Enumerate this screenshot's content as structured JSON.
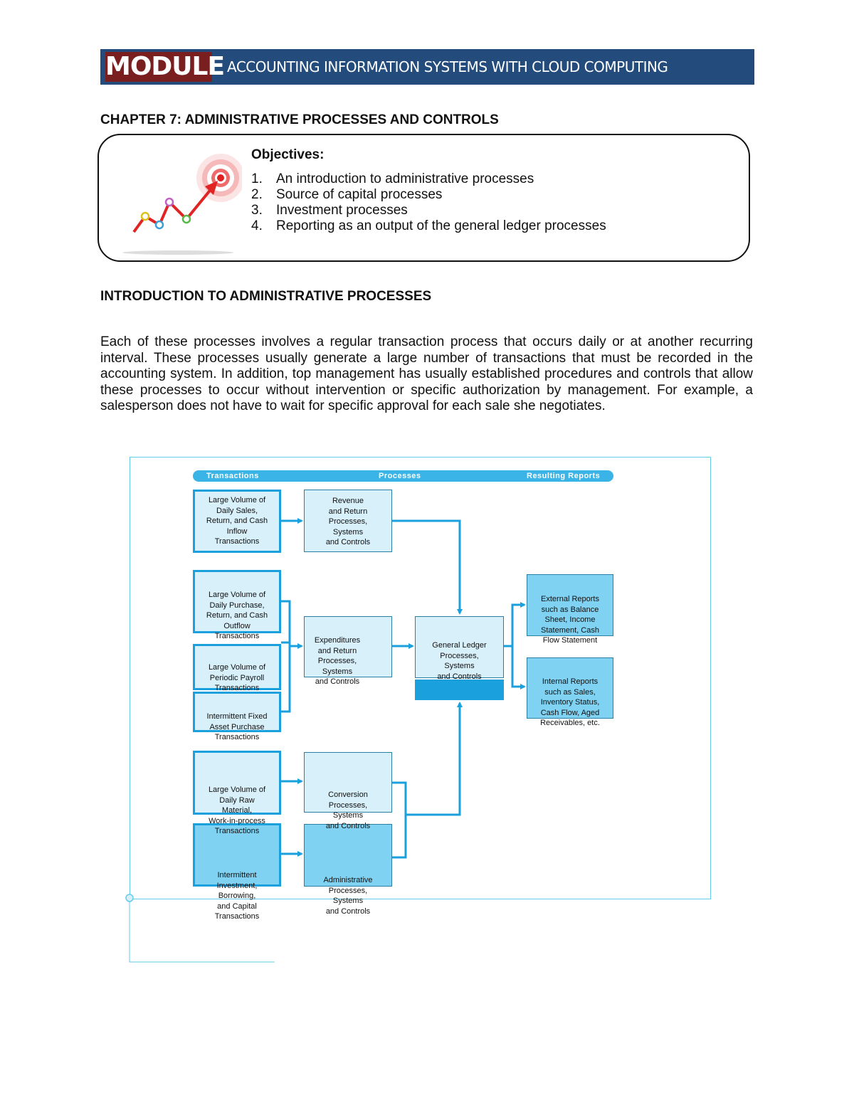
{
  "header": {
    "module_label": "MODULE",
    "course_title": "ACCOUNTING INFORMATION SYSTEMS WITH CLOUD COMPUTING"
  },
  "chapter_title": "CHAPTER 7: ADMINISTRATIVE PROCESSES AND CONTROLS",
  "objectives": {
    "title": "Objectives:",
    "items": [
      {
        "num": "1.",
        "text": "An introduction to administrative processes"
      },
      {
        "num": "2.",
        "text": "Source of capital processes"
      },
      {
        "num": "3.",
        "text": "Investment processes"
      },
      {
        "num": "4.",
        "text": "Reporting as an output of the general ledger processes"
      }
    ]
  },
  "section_title": "INTRODUCTION TO ADMINISTRATIVE PROCESSES",
  "paragraph": "Each of these processes involves a regular transaction process that occurs daily or at another recurring interval. These processes usually generate a large number of transactions that must be recorded in the accounting system. In addition, top management has usually established procedures and controls that allow these processes to occur without intervention or specific authorization by management. For example, a salesperson does not have to wait for specific approval for each sale she negotiates.",
  "diagram": {
    "headers": {
      "transactions": "Transactions",
      "processes": "Processes",
      "reports": "Resulting Reports"
    },
    "transactions": {
      "sales": [
        "Large Volume of",
        "Daily Sales,",
        "Return, and Cash",
        "Inflow",
        "Transactions"
      ],
      "purchase": [
        "Large Volume of",
        "Daily Purchase,",
        "Return, and Cash",
        "Outflow",
        "Transactions"
      ],
      "payroll": [
        "Large Volume of",
        "Periodic Payroll",
        "Transactions"
      ],
      "fixed_asset": [
        "Intermittent Fixed",
        "Asset Purchase",
        "Transactions"
      ],
      "raw_material": [
        "Large Volume of",
        "Daily Raw",
        "Material,",
        "Work-in-process",
        "Transactions"
      ],
      "investment": [
        "Intermittent",
        "Investment,",
        "Borrowing,",
        "and   Capital",
        "Transactions"
      ]
    },
    "processes": {
      "revenue": [
        "Revenue",
        "and Return",
        "Processes,",
        "Systems",
        "and Controls"
      ],
      "expenditures": [
        "Expenditures",
        "and Return",
        "Processes,",
        "Systems",
        "and Controls"
      ],
      "conversion": [
        "Conversion",
        "Processes,",
        "Systems",
        "and Controls"
      ],
      "administrative": [
        "Administrative",
        "Processes,",
        "Systems",
        "and Controls"
      ],
      "general_ledger": [
        "General Ledger",
        "Processes,",
        "Systems",
        "and Controls"
      ]
    },
    "reports": {
      "external": [
        "External Reports",
        "such as Balance",
        "Sheet, Income",
        "Statement, Cash",
        "Flow Statement"
      ],
      "internal": [
        "Internal Reports",
        "such as Sales,",
        "Inventory Status,",
        "Cash Flow, Aged",
        "Receivables, etc."
      ]
    }
  }
}
